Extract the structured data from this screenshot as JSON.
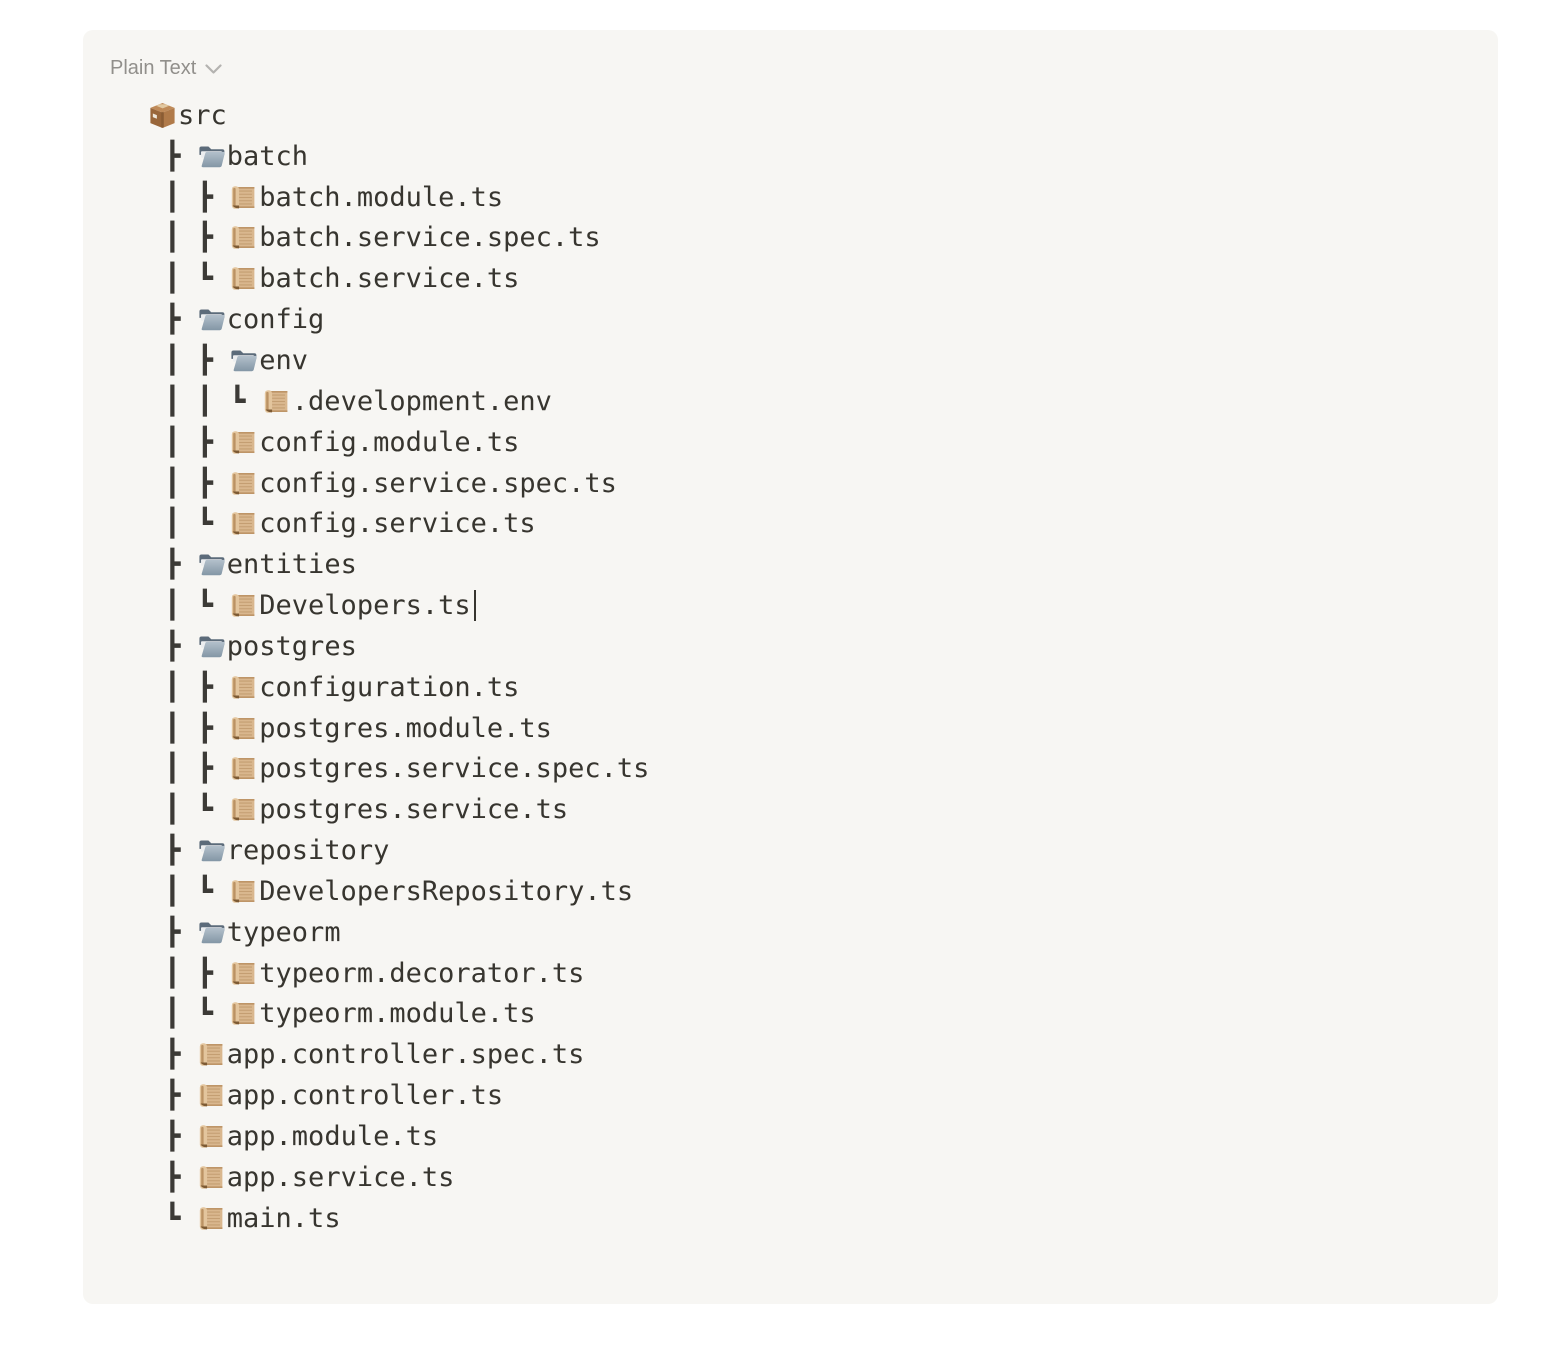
{
  "code_block": {
    "language_label": "Plain Text",
    "background_color": "#f7f6f3",
    "label_color": "#918f8b",
    "text_color": "#37352f",
    "chevron_color": "#b4b3b0"
  },
  "icons": {
    "package": "package-icon",
    "open-folder": "open-folder-icon",
    "scroll": "scroll-icon",
    "chevron": "chevron-down-icon"
  },
  "tree": {
    "lines": [
      {
        "prefix": "",
        "icon": "package",
        "name": "src"
      },
      {
        "prefix": " ┣ ",
        "icon": "open-folder",
        "name": "batch"
      },
      {
        "prefix": " ┃ ┣ ",
        "icon": "scroll",
        "name": "batch.module.ts"
      },
      {
        "prefix": " ┃ ┣ ",
        "icon": "scroll",
        "name": "batch.service.spec.ts"
      },
      {
        "prefix": " ┃ ┗ ",
        "icon": "scroll",
        "name": "batch.service.ts"
      },
      {
        "prefix": " ┣ ",
        "icon": "open-folder",
        "name": "config"
      },
      {
        "prefix": " ┃ ┣ ",
        "icon": "open-folder",
        "name": "env"
      },
      {
        "prefix": " ┃ ┃ ┗ ",
        "icon": "scroll",
        "name": ".development.env"
      },
      {
        "prefix": " ┃ ┣ ",
        "icon": "scroll",
        "name": "config.module.ts"
      },
      {
        "prefix": " ┃ ┣ ",
        "icon": "scroll",
        "name": "config.service.spec.ts"
      },
      {
        "prefix": " ┃ ┗ ",
        "icon": "scroll",
        "name": "config.service.ts"
      },
      {
        "prefix": " ┣ ",
        "icon": "open-folder",
        "name": "entities"
      },
      {
        "prefix": " ┃ ┗ ",
        "icon": "scroll",
        "name": "Developers.ts",
        "cursor": true
      },
      {
        "prefix": " ┣ ",
        "icon": "open-folder",
        "name": "postgres"
      },
      {
        "prefix": " ┃ ┣ ",
        "icon": "scroll",
        "name": "configuration.ts"
      },
      {
        "prefix": " ┃ ┣ ",
        "icon": "scroll",
        "name": "postgres.module.ts"
      },
      {
        "prefix": " ┃ ┣ ",
        "icon": "scroll",
        "name": "postgres.service.spec.ts"
      },
      {
        "prefix": " ┃ ┗ ",
        "icon": "scroll",
        "name": "postgres.service.ts"
      },
      {
        "prefix": " ┣ ",
        "icon": "open-folder",
        "name": "repository"
      },
      {
        "prefix": " ┃ ┗ ",
        "icon": "scroll",
        "name": "DevelopersRepository.ts"
      },
      {
        "prefix": " ┣ ",
        "icon": "open-folder",
        "name": "typeorm"
      },
      {
        "prefix": " ┃ ┣ ",
        "icon": "scroll",
        "name": "typeorm.decorator.ts"
      },
      {
        "prefix": " ┃ ┗ ",
        "icon": "scroll",
        "name": "typeorm.module.ts"
      },
      {
        "prefix": " ┣ ",
        "icon": "scroll",
        "name": "app.controller.spec.ts"
      },
      {
        "prefix": " ┣ ",
        "icon": "scroll",
        "name": "app.controller.ts"
      },
      {
        "prefix": " ┣ ",
        "icon": "scroll",
        "name": "app.module.ts"
      },
      {
        "prefix": " ┣ ",
        "icon": "scroll",
        "name": "app.service.ts"
      },
      {
        "prefix": " ┗ ",
        "icon": "scroll",
        "name": "main.ts"
      }
    ]
  }
}
